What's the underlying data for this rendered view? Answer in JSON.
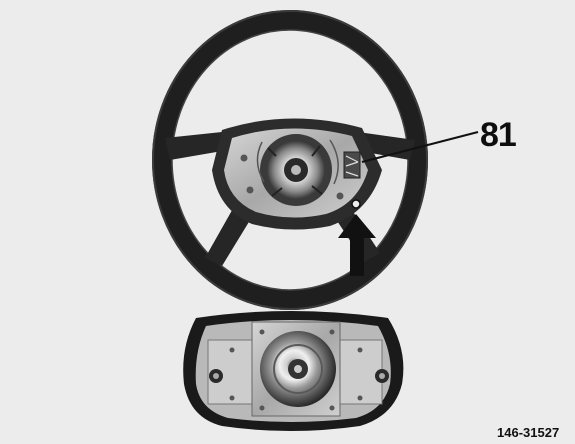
{
  "figure": {
    "callout_label": "81",
    "figure_code": "146-31527"
  },
  "colors": {
    "background": "#ececec",
    "rim": "#1f1f1f",
    "metal": "#bdbdbd",
    "ink": "#0d0d0d"
  },
  "icons": {
    "arrow": "up-arrow-icon",
    "leader": "leader-line"
  }
}
